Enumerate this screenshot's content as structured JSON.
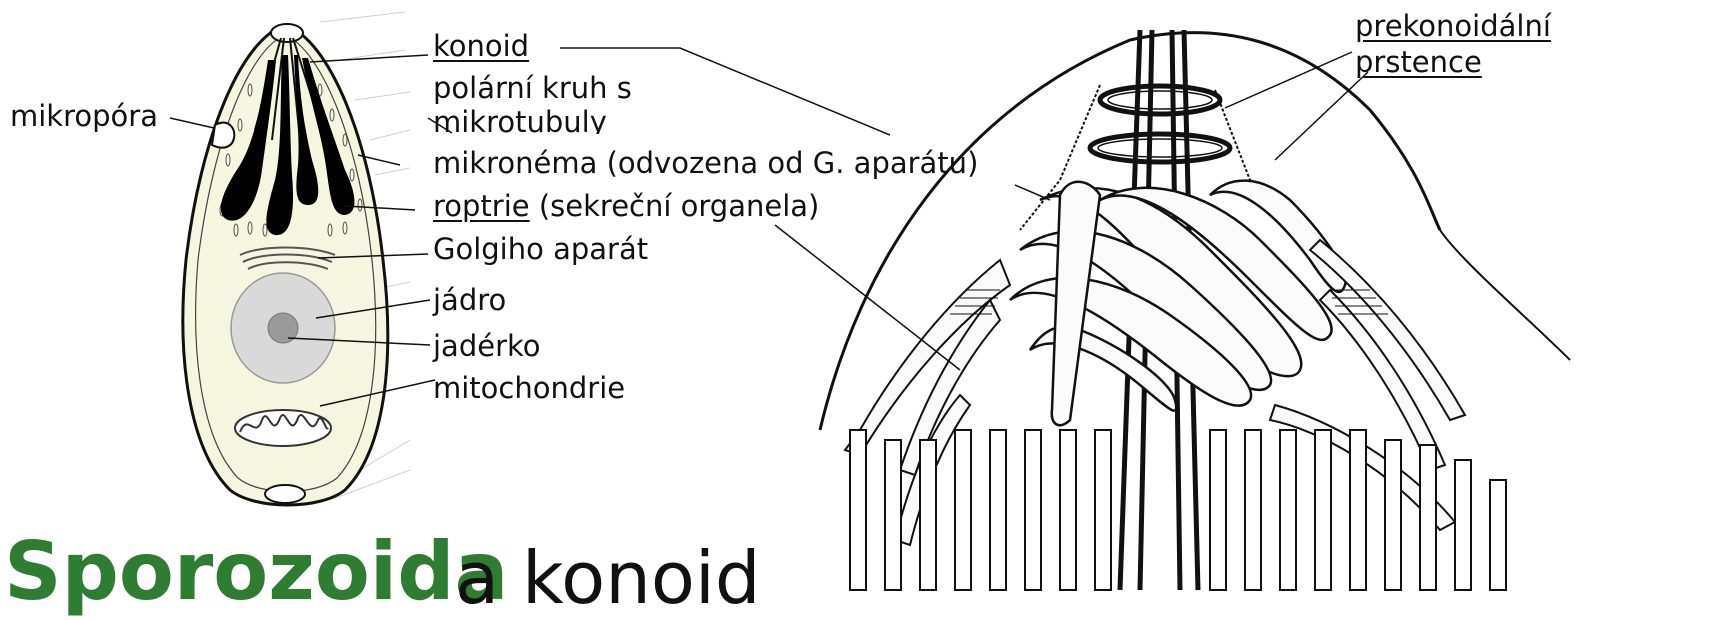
{
  "labels": {
    "konoid": "konoid",
    "polarni_kruh_line1": "polární kruh s",
    "polarni_kruh_line2": "mikrotubuly",
    "mikronema": "mikronéma (odvozena od G. aparátu)",
    "roptrie": "roptrie",
    "roptrie_suffix": " (sekreční organela)",
    "golgi": "Golgiho aparát",
    "jadro": "jádro",
    "jaderko": "jadérko",
    "mitochondrie": "mitochondrie",
    "mikropora": "mikropóra",
    "prekonoidalni_line1": "prekonoidální",
    "prekonoidalni_line2": "prstence"
  },
  "title": {
    "main": "Sporozoida",
    "rest": "a konoid"
  },
  "colors": {
    "cell_fill": "#f6f5df",
    "nucleus_fill": "#d9d9d9",
    "rhoptry_fill": "#000000",
    "title_green": "#2e7d32"
  }
}
